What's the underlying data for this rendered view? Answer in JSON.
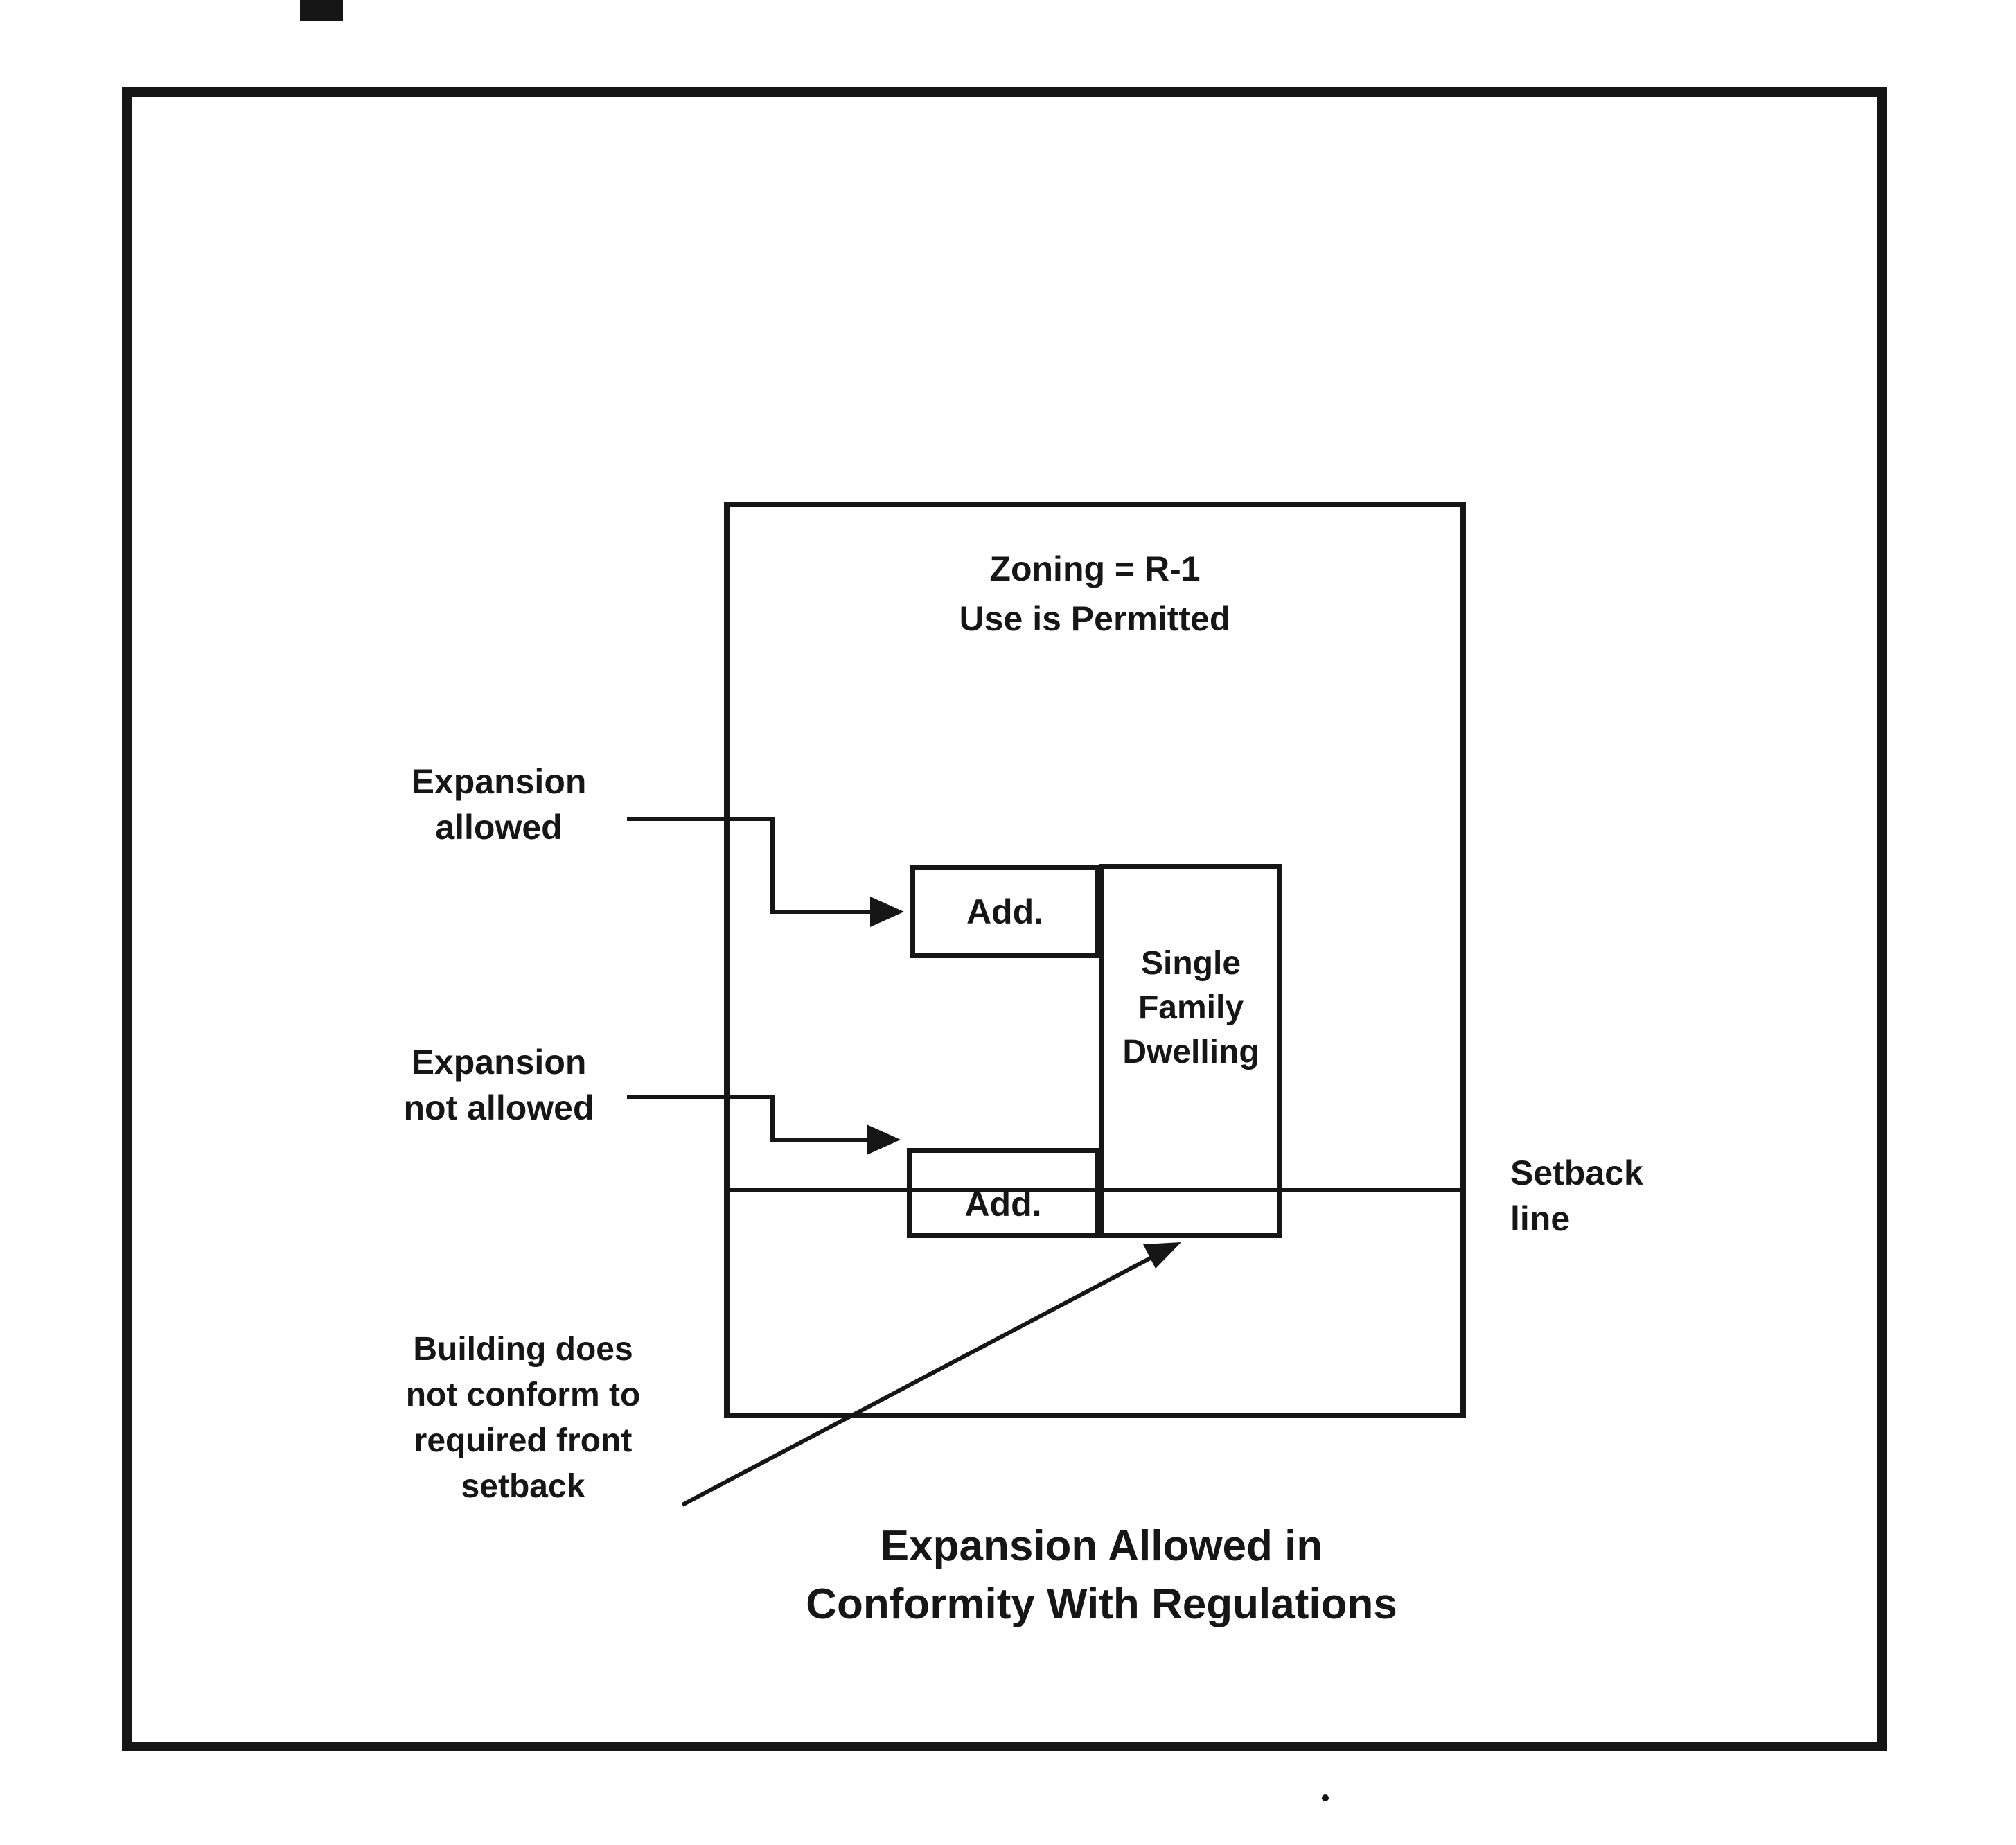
{
  "figure": {
    "caption": "Expansion Allowed in\nConformity With Regulations",
    "lot": {
      "zoning_text": "Zoning = R-1\nUse is Permitted"
    },
    "boxes": {
      "dwelling": "Single\nFamily\nDwelling",
      "addition_upper": "Add.",
      "addition_lower": "Add."
    },
    "callouts": {
      "expansion_allowed": "Expansion\nallowed",
      "expansion_not_allowed": "Expansion\nnot allowed",
      "nonconforming": "Building does\nnot conform to\nrequired front\nsetback",
      "setback_line": "Setback\nline"
    },
    "colors": {
      "ink": "#161616",
      "paper": "#ffffff"
    }
  }
}
